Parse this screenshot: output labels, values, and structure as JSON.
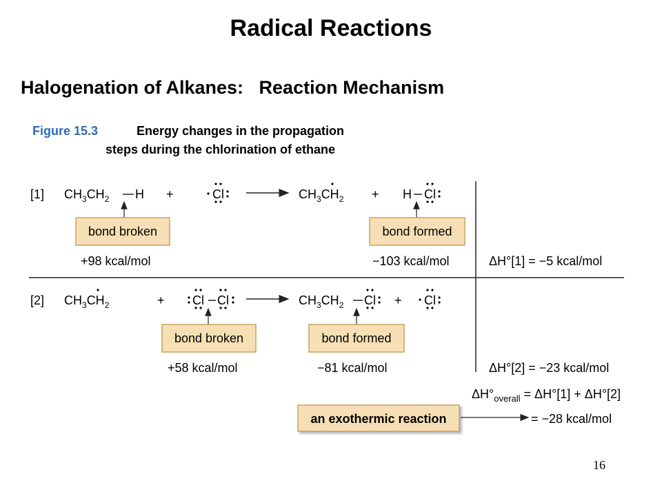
{
  "title": "Radical Reactions",
  "subtitle": "Halogenation of Alkanes:   Reaction Mechanism",
  "caption": {
    "figure_number": "Figure 15.3",
    "line1": "Energy changes in the propagation",
    "line2": "steps during the chlorination of ethane"
  },
  "steps": [
    {
      "label": "[1]",
      "reactant1": "CH3CH2–H",
      "plus1": "+",
      "reactant2": "·Cl:",
      "product1": "CH3CH2·",
      "plus2": "+",
      "product2": "H–Cl:",
      "broken_label": "bond broken",
      "broken_energy": "+98 kcal/mol",
      "formed_label": "bond formed",
      "formed_energy": "−103 kcal/mol",
      "delta_h": "ΔH°[1] = −5 kcal/mol"
    },
    {
      "label": "[2]",
      "reactant1": "CH3CH2·",
      "plus1": "+",
      "reactant2": ":Cl–Cl:",
      "product1": "CH3CH2–Cl:",
      "plus2": "+",
      "product2": "·Cl:",
      "broken_label": "bond broken",
      "broken_energy": "+58 kcal/mol",
      "formed_label": "bond formed",
      "formed_energy": "−81 kcal/mol",
      "delta_h": "ΔH°[2] = −23 kcal/mol"
    }
  ],
  "overall": {
    "equation": "ΔH°overall = ΔH°[1] + ΔH°[2]",
    "result": "= −28 kcal/mol",
    "label": "an exothermic reaction"
  },
  "page_number": "16",
  "colors": {
    "caption_blue": "#2e6db4",
    "box_fill": "#f7dfb5",
    "box_border": "#c8a060"
  }
}
